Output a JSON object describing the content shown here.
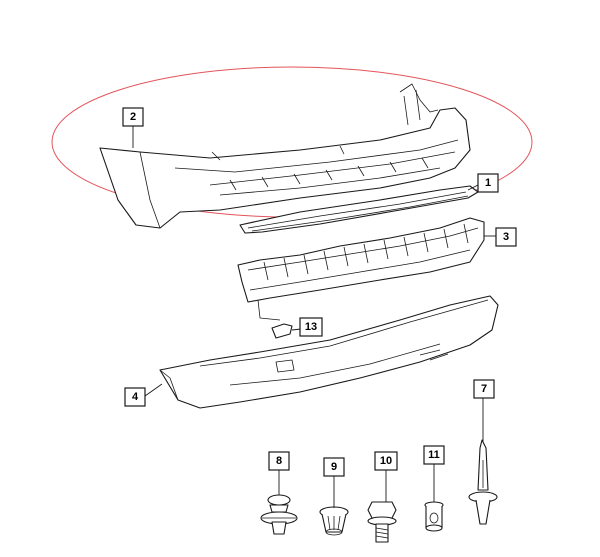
{
  "colors": {
    "highlight": "#e3545a",
    "line": "#1a1a1a",
    "background": "#ffffff"
  },
  "callouts": {
    "c1": "1",
    "c2": "2",
    "c3": "3",
    "c4": "4",
    "c7": "7",
    "c8": "8",
    "c9": "9",
    "c10": "10",
    "c11": "11",
    "c13": "13"
  }
}
